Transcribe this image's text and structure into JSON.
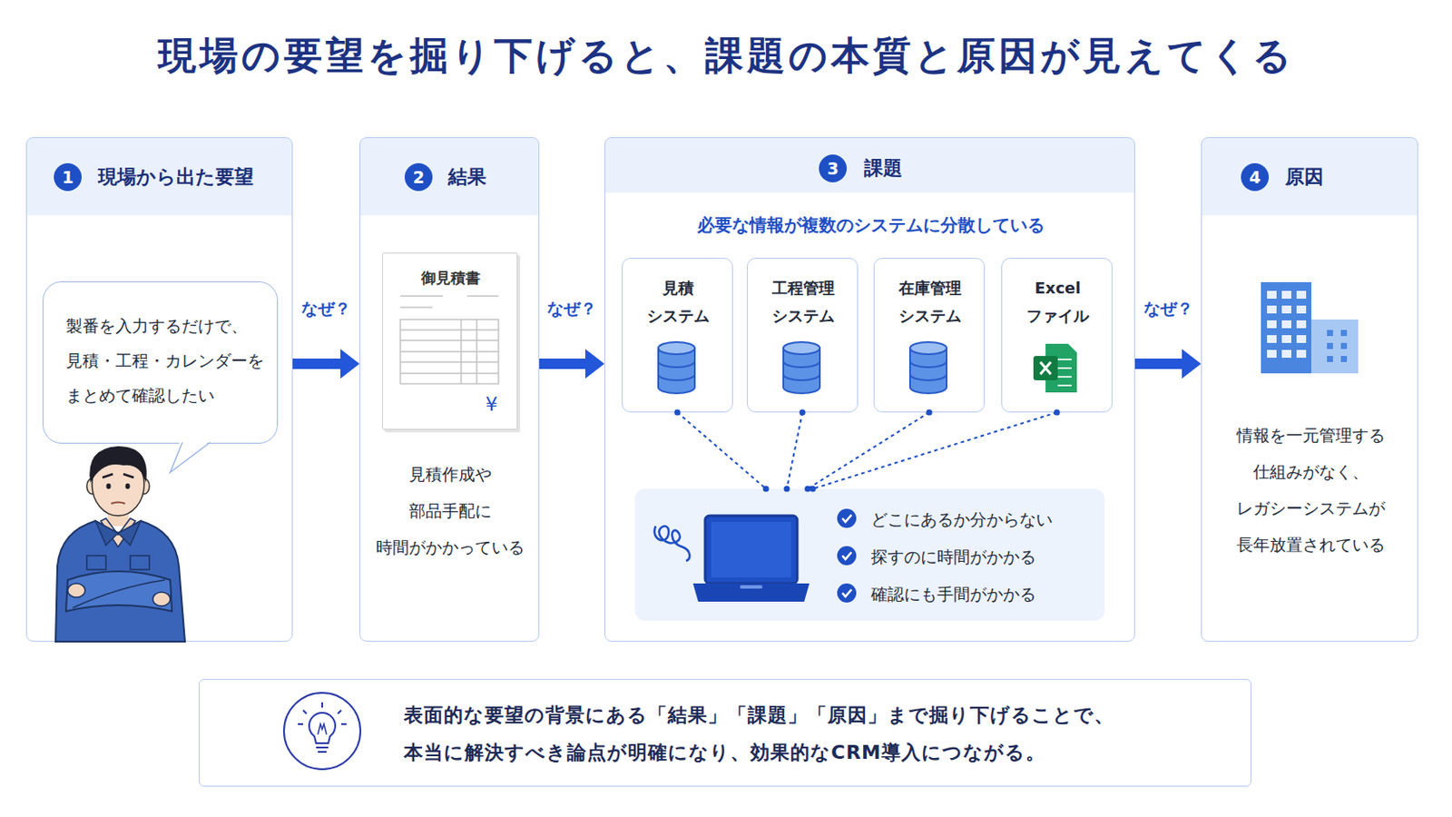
{
  "diagram": {
    "title": "現場の要望を掘り下げると、課題の本質と原因が見えてくる",
    "nodes": [
      {
        "text": [
          "1",
          "現場から出た要望"
        ]
      },
      {
        "text": [
          "製番を入力するだけで、 見積・工程・カレンダーを まとめて確認したい"
        ],
        "in": 0
      },
      {
        "text": [
          "2",
          "結果",
          "見積作成や 部品手配に 時間がかかっている"
        ]
      },
      {
        "text": [
          "御見積書",
          "¥"
        ],
        "in": 2
      },
      {
        "text": [
          "3",
          "課題",
          "必要な情報が複数のシステムに分散している"
        ]
      },
      {
        "text": [
          "見積 システム"
        ],
        "in": 4
      },
      {
        "text": [
          "工程管理 システム"
        ],
        "in": 4
      },
      {
        "text": [
          "在庫管理 システム"
        ],
        "in": 4
      },
      {
        "text": [
          "Excel ファイル"
        ],
        "in": 4
      },
      {
        "text": [
          "どこにあるか分からない",
          "探すのに時間がかかる",
          "確認にも手間がかかる"
        ],
        "in": 4
      },
      {
        "text": [
          "4",
          "原因",
          "情報を一元管理する 仕組みがなく、 レガシーシステムが 長年放置されている"
        ]
      },
      {
        "text": [
          "表面的な要望の背景にある「結果」「課題」「原因」まで掘り下げることで、 本当に解決すべき論点が明確になり、効果的なCRM導入につながる。"
        ]
      }
    ],
    "edges": [
      {
        "from": 0,
        "to": 2,
        "arrow": "to",
        "label": "なぜ？"
      },
      {
        "from": 2,
        "to": 4,
        "arrow": "to",
        "label": "なぜ？"
      },
      {
        "from": 4,
        "to": 10,
        "arrow": "to",
        "label": "なぜ？"
      },
      {
        "from": 5,
        "to": 9,
        "arrow": "none"
      },
      {
        "from": 6,
        "to": 9,
        "arrow": "none"
      },
      {
        "from": 7,
        "to": 9,
        "arrow": "none"
      },
      {
        "from": 8,
        "to": 9,
        "arrow": "none"
      }
    ]
  }
}
